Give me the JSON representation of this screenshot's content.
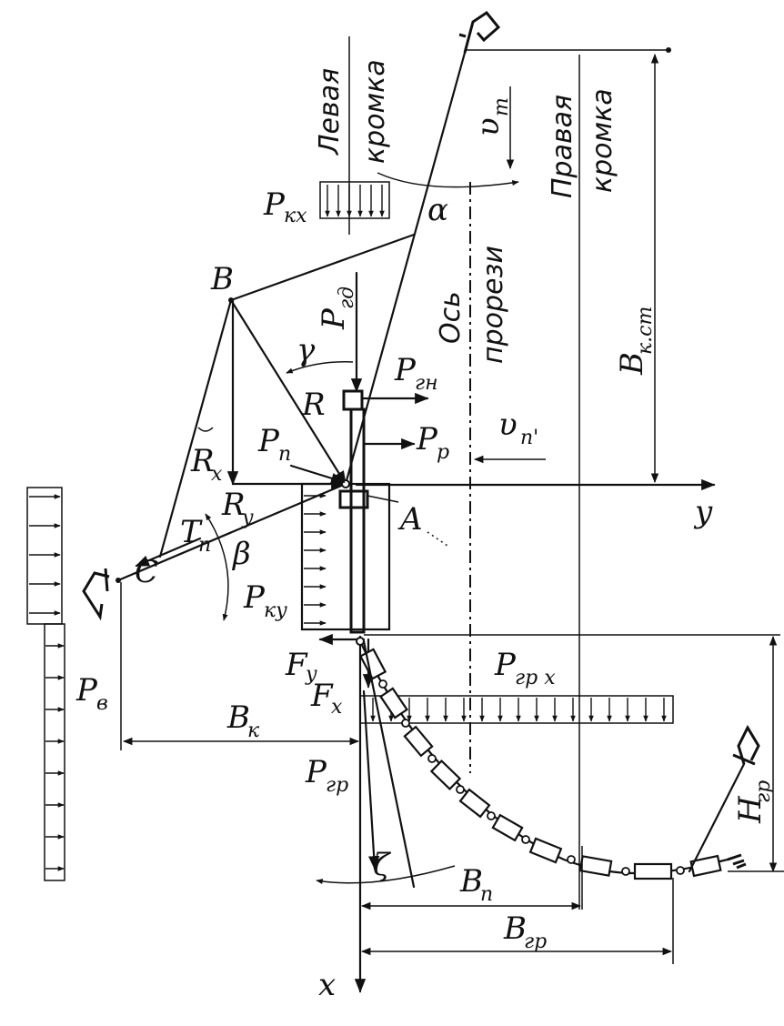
{
  "labels": {
    "left_edge_1": "Левая",
    "left_edge_2": "кромка",
    "right_edge_1": "Правая",
    "right_edge_2": "кромка",
    "slot_axis_1": "Ось",
    "slot_axis_2": "прорези",
    "v_t": "υ",
    "v_t_sub": "т",
    "v_p": "υ",
    "v_p_sub": "п'",
    "alpha": "α",
    "gamma": "γ",
    "beta": "β",
    "zeta": "ζ",
    "B": "B",
    "C": "C",
    "A": "A",
    "R": "R",
    "T_p": "T",
    "T_p_sub": "п",
    "R_x": "R",
    "R_x_sub": "x",
    "R_y": "R",
    "R_y_sub": "y",
    "P_kx": "P",
    "P_kx_sub": "кх",
    "P_gd": "P",
    "P_gd_sub": "гд",
    "P_gn": "P",
    "P_gn_sub": "гн",
    "P_p": "P",
    "P_p_sub": "п",
    "P_r": "P",
    "P_r_sub": "р",
    "P_ky": "P",
    "P_ky_sub": "ку",
    "P_v": "P",
    "P_v_sub": "в",
    "P_grx": "P",
    "P_grx_sub": "гр x",
    "P_gr": "P",
    "P_gr_sub": "гр",
    "F_y": "F",
    "F_y_sub": "y",
    "F_x": "F",
    "F_x_sub": "x",
    "B_k": "B",
    "B_k_sub": "к",
    "B_kst": "B",
    "B_kst_sub": "к.ст",
    "B_p": "B",
    "B_p_sub": "п",
    "B_gr": "B",
    "B_gr_sub": "гр",
    "H_gr": "H",
    "H_gr_sub": "гр",
    "y_axis": "y",
    "x_axis": "x"
  }
}
